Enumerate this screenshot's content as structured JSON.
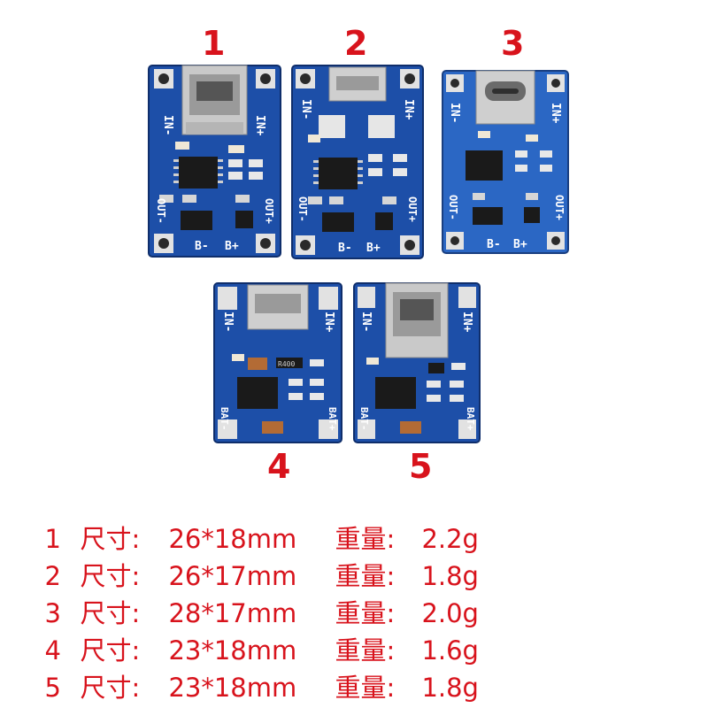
{
  "boards": [
    {
      "number": "1",
      "connector": "mini-usb",
      "labels": {
        "in_minus": "IN-",
        "in_plus": "IN+",
        "out_minus": "OUT-",
        "out_plus": "OUT+",
        "b_minus": "B-",
        "b_plus": "B+"
      }
    },
    {
      "number": "2",
      "connector": "micro-usb",
      "labels": {
        "in_minus": "IN-",
        "in_plus": "IN+",
        "out_minus": "OUT-",
        "out_plus": "OUT+",
        "b_minus": "B-",
        "b_plus": "B+"
      }
    },
    {
      "number": "3",
      "connector": "usb-c",
      "labels": {
        "in_minus": "IN-",
        "in_plus": "IN+",
        "out_minus": "OUT-",
        "out_plus": "OUT+",
        "b_minus": "B-",
        "b_plus": "B+"
      }
    },
    {
      "number": "4",
      "connector": "micro-usb",
      "labels": {
        "in_minus": "IN-",
        "in_plus": "IN+",
        "bat_minus": "BAT-",
        "bat_plus": "BAT+",
        "resistor": "R400"
      }
    },
    {
      "number": "5",
      "connector": "mini-usb",
      "labels": {
        "in_minus": "IN-",
        "in_plus": "IN+",
        "bat_minus": "BAT-",
        "bat_plus": "BAT+"
      }
    }
  ],
  "specs": [
    {
      "index": "1",
      "size_label": "尺寸:",
      "size": "26*18mm",
      "weight_label": "重量:",
      "weight": "2.2g"
    },
    {
      "index": "2",
      "size_label": "尺寸:",
      "size": "26*17mm",
      "weight_label": "重量:",
      "weight": "1.8g"
    },
    {
      "index": "3",
      "size_label": "尺寸:",
      "size": "28*17mm",
      "weight_label": "重量:",
      "weight": "2.0g"
    },
    {
      "index": "4",
      "size_label": "尺寸:",
      "size": "23*18mm",
      "weight_label": "重量:",
      "weight": "1.6g"
    },
    {
      "index": "5",
      "size_label": "尺寸:",
      "size": "23*18mm",
      "weight_label": "重量:",
      "weight": "1.8g"
    }
  ],
  "colors": {
    "pcb": "#1d4fa8",
    "pcb_light": "#2b67c4",
    "accent": "#d8131c",
    "pad": "#d9d9d9"
  }
}
